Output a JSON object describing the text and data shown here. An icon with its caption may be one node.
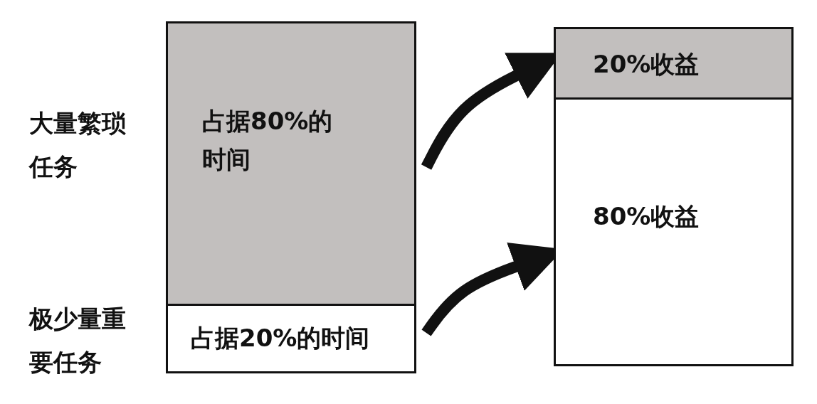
{
  "diagram": {
    "nodes": [
      {
        "text": [
          "占据80%的时间"
        ],
        "beside": [
          "大量繁琐任务"
        ]
      },
      {
        "text": [
          "占据20%的时间"
        ],
        "beside": [
          "极少量重要任务"
        ]
      },
      {
        "text": [
          "20%收益"
        ]
      },
      {
        "text": [
          "80%收益"
        ]
      }
    ],
    "edges": [
      {
        "from": 0,
        "to": 2,
        "arrow": "to"
      },
      {
        "from": 1,
        "to": 3,
        "arrow": "to"
      }
    ]
  }
}
